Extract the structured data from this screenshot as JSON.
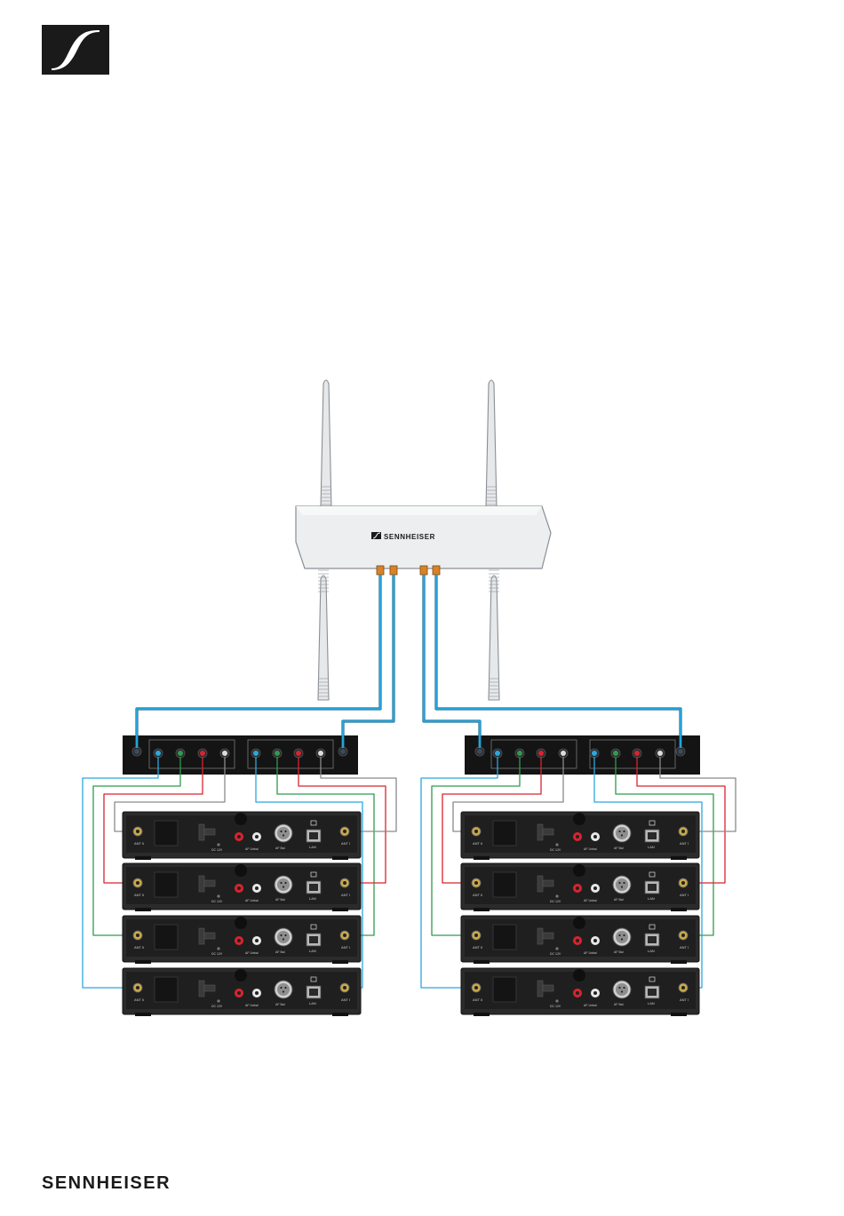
{
  "brand": {
    "name": "SENNHEISER",
    "accent": "#1a1a1a"
  },
  "booster": {
    "label": "SENNHEISER"
  },
  "cable_colors": {
    "blue": "#29a8e0",
    "green": "#2e9c4f",
    "red": "#d8242f",
    "white": "#8a8a8a"
  },
  "receiver_labels": {
    "ant2": "ANT II",
    "ant1": "ANT I",
    "lan": "LAN",
    "dc": "DC 12V",
    "af_bal": "AF Bal",
    "af_unbal": "AF Unbal"
  },
  "stacks": [
    {
      "id": "left",
      "units": 4
    },
    {
      "id": "right",
      "units": 4
    }
  ]
}
